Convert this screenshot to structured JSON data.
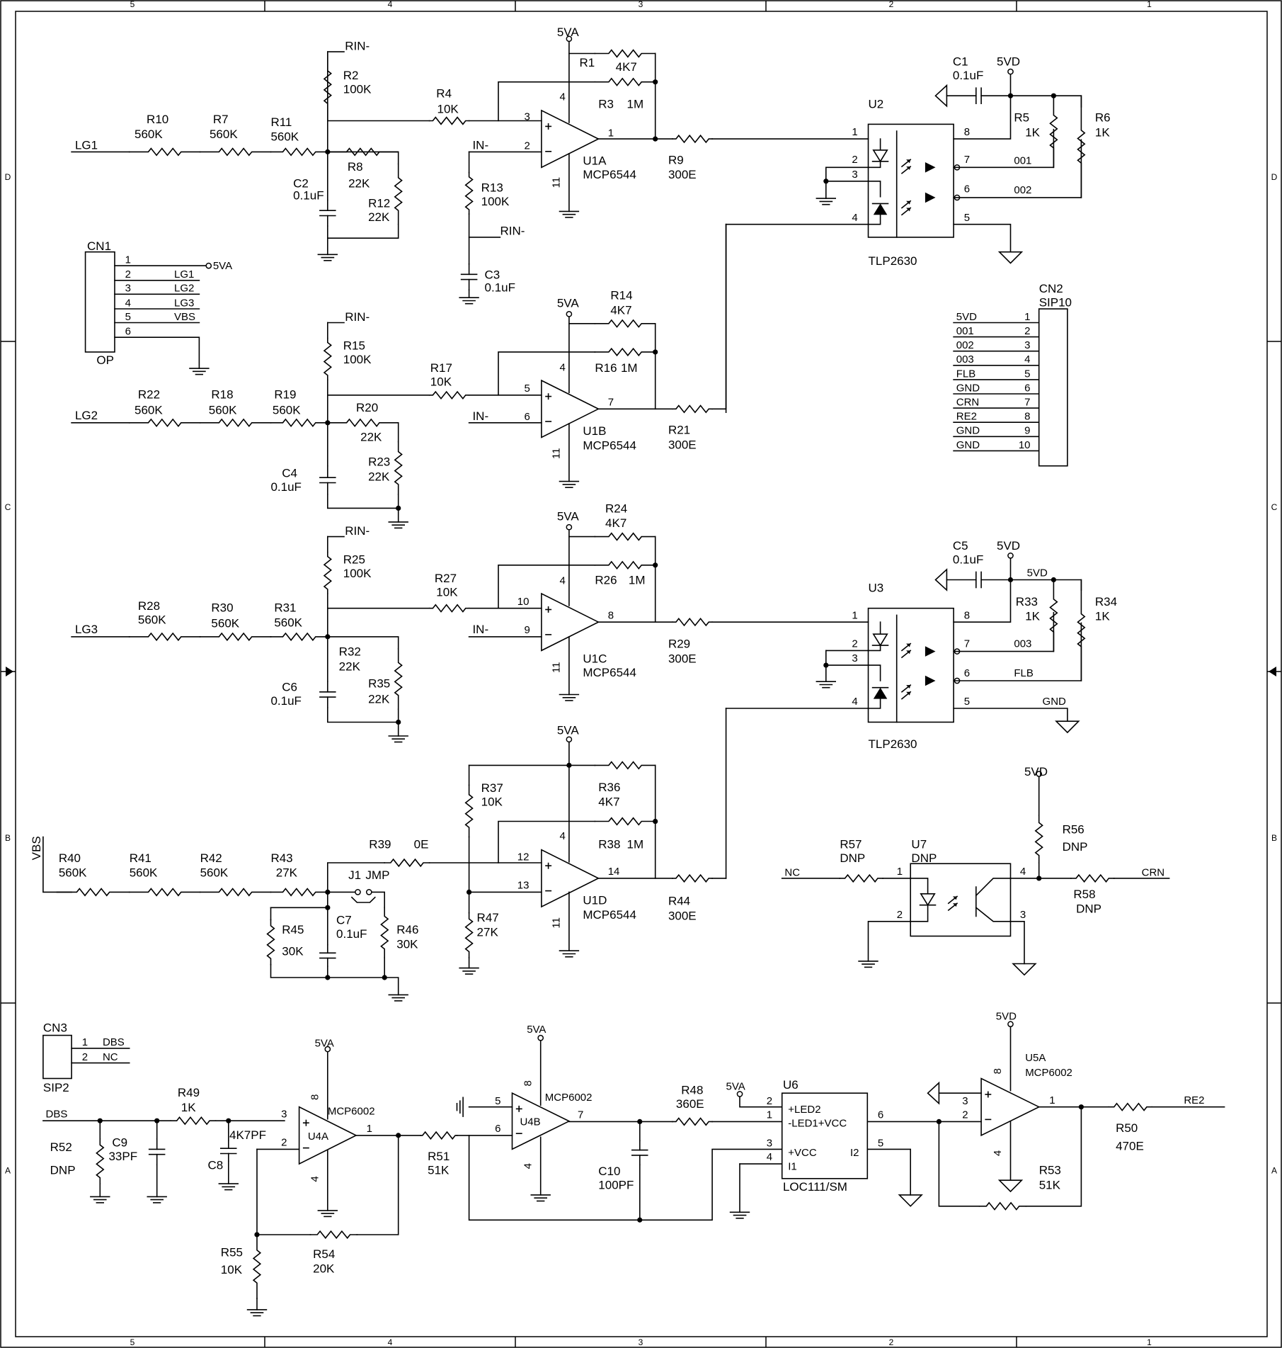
{
  "border": {
    "columns": [
      "5",
      "4",
      "3",
      "2",
      "1"
    ],
    "rows": [
      "D",
      "C",
      "B",
      "A"
    ]
  },
  "nets": {
    "lg1": "LG1",
    "lg2": "LG2",
    "lg3": "LG3",
    "vbs": "VBS",
    "rin": "RIN-",
    "inn": "IN-",
    "fiveva": "5VA",
    "fivevd": "5VD",
    "o01": "001",
    "o02": "002",
    "o03": "003",
    "flb": "FLB",
    "gnd": "GND",
    "nc": "NC",
    "crn": "CRN",
    "dbs": "DBS",
    "re2": "RE2"
  },
  "opamps": {
    "u1a": {
      "ref": "U1A",
      "part": "MCP6544",
      "pin_p": "3",
      "pin_n": "2",
      "pin_out": "1",
      "pin_v": "4",
      "pin_g": "11"
    },
    "u1b": {
      "ref": "U1B",
      "part": "MCP6544",
      "pin_p": "5",
      "pin_n": "6",
      "pin_out": "7",
      "pin_v": "4",
      "pin_g": "11"
    },
    "u1c": {
      "ref": "U1C",
      "part": "MCP6544",
      "pin_p": "10",
      "pin_n": "9",
      "pin_out": "8",
      "pin_v": "4",
      "pin_g": "11"
    },
    "u1d": {
      "ref": "U1D",
      "part": "MCP6544",
      "pin_p": "12",
      "pin_n": "13",
      "pin_out": "14",
      "pin_v": "4",
      "pin_g": "11"
    },
    "u4a": {
      "ref": "U4A",
      "part": "MCP6002",
      "pin_p": "3",
      "pin_n": "2",
      "pin_out": "1",
      "pin_v": "8",
      "pin_g": "4"
    },
    "u4b": {
      "ref": "U4B",
      "part": "MCP6002",
      "pin_p": "5",
      "pin_n": "6",
      "pin_out": "7",
      "pin_v": "8",
      "pin_g": "4"
    },
    "u5a": {
      "ref": "U5A",
      "part": "MCP6002",
      "pin_p": "3",
      "pin_n": "2",
      "pin_out": "1",
      "pin_v": "8",
      "pin_g": "4"
    }
  },
  "resistors": {
    "r1": {
      "ref": "R1",
      "value": "4K7"
    },
    "r2": {
      "ref": "R2",
      "value": "100K"
    },
    "r3": {
      "ref": "R3",
      "value": "1M"
    },
    "r4": {
      "ref": "R4",
      "value": "10K"
    },
    "r5": {
      "ref": "R5",
      "value": "1K"
    },
    "r6": {
      "ref": "R6",
      "value": "1K"
    },
    "r7": {
      "ref": "R7",
      "value": "560K"
    },
    "r8": {
      "ref": "R8",
      "value": "22K"
    },
    "r9": {
      "ref": "R9",
      "value": "300E"
    },
    "r10": {
      "ref": "R10",
      "value": "560K"
    },
    "r11": {
      "ref": "R11",
      "value": "560K"
    },
    "r12": {
      "ref": "R12",
      "value": "22K"
    },
    "r13": {
      "ref": "R13",
      "value": "100K"
    },
    "r14": {
      "ref": "R14",
      "value": "4K7"
    },
    "r15": {
      "ref": "R15",
      "value": "100K"
    },
    "r16": {
      "ref": "R16",
      "value": "1M"
    },
    "r17": {
      "ref": "R17",
      "value": "10K"
    },
    "r18": {
      "ref": "R18",
      "value": "560K"
    },
    "r19": {
      "ref": "R19",
      "value": "560K"
    },
    "r20": {
      "ref": "R20",
      "value": "22K"
    },
    "r21": {
      "ref": "R21",
      "value": "300E"
    },
    "r22": {
      "ref": "R22",
      "value": "560K"
    },
    "r23": {
      "ref": "R23",
      "value": "22K"
    },
    "r24": {
      "ref": "R24",
      "value": "4K7"
    },
    "r25": {
      "ref": "R25",
      "value": "100K"
    },
    "r26": {
      "ref": "R26",
      "value": "1M"
    },
    "r27": {
      "ref": "R27",
      "value": "10K"
    },
    "r28": {
      "ref": "R28",
      "value": "560K"
    },
    "r29": {
      "ref": "R29",
      "value": "300E"
    },
    "r30": {
      "ref": "R30",
      "value": "560K"
    },
    "r31": {
      "ref": "R31",
      "value": "560K"
    },
    "r32": {
      "ref": "R32",
      "value": "22K"
    },
    "r33": {
      "ref": "R33",
      "value": "1K"
    },
    "r34": {
      "ref": "R34",
      "value": "1K"
    },
    "r35": {
      "ref": "R35",
      "value": "22K"
    },
    "r36": {
      "ref": "R36",
      "value": "4K7"
    },
    "r37": {
      "ref": "R37",
      "value": "10K"
    },
    "r38": {
      "ref": "R38",
      "value": "1M"
    },
    "r39": {
      "ref": "R39",
      "value": "0E"
    },
    "r40": {
      "ref": "R40",
      "value": "560K"
    },
    "r41": {
      "ref": "R41",
      "value": "560K"
    },
    "r42": {
      "ref": "R42",
      "value": "560K"
    },
    "r43": {
      "ref": "R43",
      "value": "27K"
    },
    "r44": {
      "ref": "R44",
      "value": "300E"
    },
    "r45": {
      "ref": "R45",
      "value": "30K"
    },
    "r46": {
      "ref": "R46",
      "value": "30K"
    },
    "r47": {
      "ref": "R47",
      "value": "27K"
    },
    "r48": {
      "ref": "R48",
      "value": "360E"
    },
    "r49": {
      "ref": "R49",
      "value": "1K"
    },
    "r50": {
      "ref": "R50",
      "value": "470E"
    },
    "r51": {
      "ref": "R51",
      "value": "51K"
    },
    "r52": {
      "ref": "R52",
      "value": "DNP"
    },
    "r53": {
      "ref": "R53",
      "value": "51K"
    },
    "r54": {
      "ref": "R54",
      "value": "20K"
    },
    "r55": {
      "ref": "R55",
      "value": "10K"
    },
    "r56": {
      "ref": "R56",
      "value": "DNP"
    },
    "r57": {
      "ref": "R57",
      "value": "DNP"
    },
    "r58": {
      "ref": "R58",
      "value": "DNP"
    }
  },
  "capacitors": {
    "c1": {
      "ref": "C1",
      "value": "0.1uF"
    },
    "c2": {
      "ref": "C2",
      "value": "0.1uF"
    },
    "c3": {
      "ref": "C3",
      "value": "0.1uF"
    },
    "c4": {
      "ref": "C4",
      "value": "0.1uF"
    },
    "c5": {
      "ref": "C5",
      "value": "0.1uF"
    },
    "c6": {
      "ref": "C6",
      "value": "0.1uF"
    },
    "c7": {
      "ref": "C7",
      "value": "0.1uF"
    },
    "c8": {
      "ref": "C8",
      "value": "4K7PF"
    },
    "c9": {
      "ref": "C9",
      "value": "33PF"
    },
    "c10": {
      "ref": "C10",
      "value": "100PF"
    }
  },
  "opto": {
    "u2": {
      "ref": "U2",
      "part": "TLP2630",
      "pins": [
        "1",
        "2",
        "3",
        "4",
        "5",
        "6",
        "7",
        "8"
      ]
    },
    "u3": {
      "ref": "U3",
      "part": "TLP2630",
      "pins": [
        "1",
        "2",
        "3",
        "4",
        "5",
        "6",
        "7",
        "8"
      ]
    },
    "u7": {
      "ref": "U7",
      "part": "DNP",
      "pins": [
        "1",
        "2",
        "3",
        "4"
      ]
    },
    "u6": {
      "ref": "U6",
      "part": "LOC111/SM",
      "pins": [
        "2",
        "1",
        "3",
        "4",
        "6",
        "5"
      ],
      "labels": [
        "+LED2",
        "-LED1+VCC",
        "+VCC",
        "I1",
        "I2"
      ]
    }
  },
  "connectors": {
    "cn1": {
      "ref": "CN1",
      "label": "OP",
      "pins": [
        "1",
        "2",
        "3",
        "4",
        "5",
        "6"
      ],
      "nets": [
        "5VA",
        "LG1",
        "LG2",
        "LG3",
        "VBS",
        ""
      ]
    },
    "cn2": {
      "ref": "CN2",
      "part": "SIP10",
      "pins": [
        "1",
        "2",
        "3",
        "4",
        "5",
        "6",
        "7",
        "8",
        "9",
        "10"
      ],
      "nets": [
        "5VD",
        "001",
        "002",
        "003",
        "FLB",
        "GND",
        "CRN",
        "RE2",
        "GND",
        "GND"
      ]
    },
    "cn3": {
      "ref": "CN3",
      "part": "SIP2",
      "pins": [
        "1",
        "2"
      ],
      "nets": [
        "DBS",
        "NC"
      ]
    },
    "j1": {
      "ref": "J1",
      "part": "JMP"
    }
  }
}
